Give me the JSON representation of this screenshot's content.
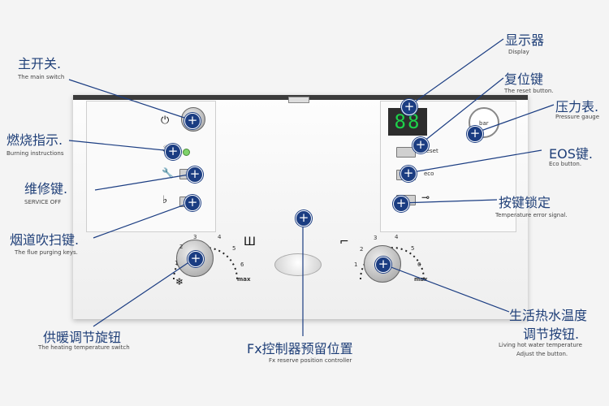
{
  "labels": {
    "main_switch": {
      "cn": "主开关.",
      "en": "The main switch"
    },
    "burning": {
      "cn": "燃烧指示.",
      "en": "Burning instructions"
    },
    "service": {
      "cn": "维修键.",
      "en": "SERVICE OFF"
    },
    "flue": {
      "cn": "烟道吹扫键.",
      "en": "The flue purging keys."
    },
    "heating": {
      "cn": "供暖调节旋钮",
      "en": "The heating temperature switch"
    },
    "fx": {
      "cn": "Fx控制器预留位置",
      "en": "Fx reserve position controller"
    },
    "display": {
      "cn": "显示器",
      "en": "Display"
    },
    "reset": {
      "cn": "复位键",
      "en": "The reset button."
    },
    "pressure": {
      "cn": "压力表.",
      "en": "Pressure gauge"
    },
    "eco": {
      "cn": "EOS键.",
      "en": "Eco button."
    },
    "lock": {
      "cn": "按键锁定",
      "en": "Temperature error signal."
    },
    "hotwater": {
      "cn1": "生活热水温度",
      "cn2": "调节按钮.",
      "en1": "Living hot water temperature",
      "en2": "Adjust the button."
    }
  },
  "device": {
    "display_value": "88",
    "reset_text": "reset",
    "eco_text": "eco",
    "gauge_text": "bar",
    "knob_max": "max",
    "left_scale": [
      "1",
      "2",
      "3",
      "4",
      "5",
      "6"
    ],
    "right_scale": [
      "1",
      "2",
      "3",
      "4",
      "5",
      "6"
    ]
  },
  "icons": [
    "power-icon",
    "flame-icon",
    "wrench-icon",
    "flue-icon",
    "radiator-icon",
    "snowflake-icon",
    "tap-icon",
    "key-icon"
  ],
  "colors": {
    "accent": "#1b3d82",
    "lcd": "#1dd14a"
  }
}
